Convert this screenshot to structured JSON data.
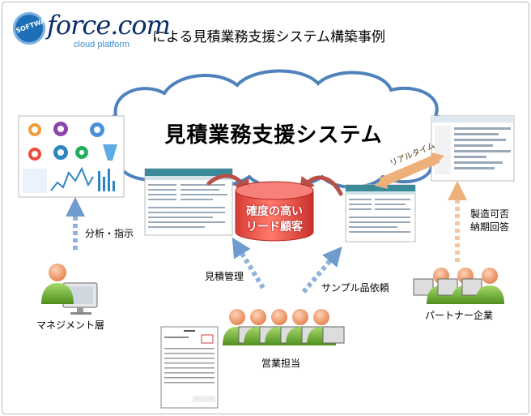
{
  "header": {
    "logo_badge": "SOFTWARE",
    "brand": "force.com",
    "brand_sub": "cloud platform",
    "title": "による見積業務支援システム構築事例"
  },
  "cloud": {
    "title": "見積業務支援システム"
  },
  "database": {
    "line1": "確度の高い",
    "line2": "リード顧客"
  },
  "labels": {
    "realtime": "リアルタイム",
    "analysis": "分析・指示",
    "estimate_mgmt": "見積管理",
    "sample_request": "サンプル品依頼",
    "management": "マネジメント層",
    "sales": "営業担当",
    "partner": "パートナー企業",
    "mfg_line1": "製造可否",
    "mfg_line2": "納期回答"
  },
  "colors": {
    "cloud_fill": "#ffffff",
    "cloud_stroke": "#4f81bd",
    "arrow_blue": "#8fb3d9",
    "arrow_orange": "#f3c79e",
    "arrow_red": "#c0504d",
    "cylinder": "#e8524a",
    "person_green": "#7cb83f",
    "person_skin": "#f2a37a"
  }
}
